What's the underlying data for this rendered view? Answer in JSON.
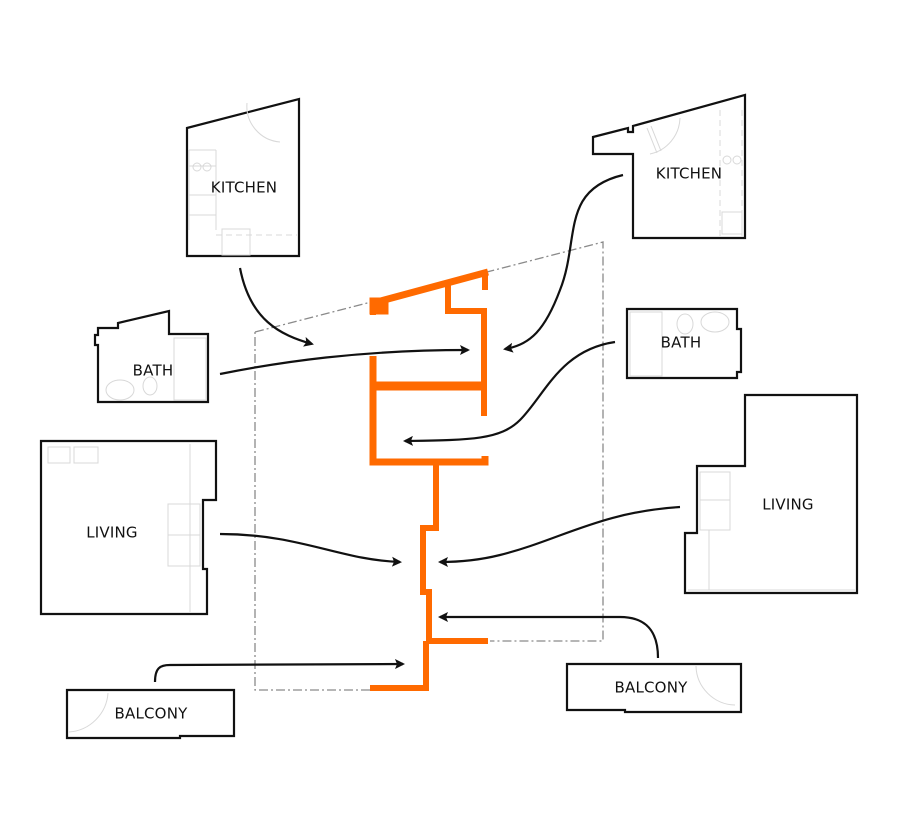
{
  "diagram": {
    "title": "Unit plan assembly diagram",
    "accent_color": "#ff6a00",
    "line_color": "#111111",
    "boundary_color": "#8a8a8a",
    "rooms": [
      {
        "id": "kitchen-left",
        "label": "KITCHEN"
      },
      {
        "id": "kitchen-right",
        "label": "KITCHEN"
      },
      {
        "id": "bath-left",
        "label": "BATH"
      },
      {
        "id": "bath-right",
        "label": "BATH"
      },
      {
        "id": "living-left",
        "label": "LIVING"
      },
      {
        "id": "living-right",
        "label": "LIVING"
      },
      {
        "id": "balcony-left",
        "label": "BALCONY"
      },
      {
        "id": "balcony-right",
        "label": "BALCONY"
      }
    ],
    "connections": [
      {
        "from": "kitchen-left",
        "to": "central-core"
      },
      {
        "from": "kitchen-right",
        "to": "central-core"
      },
      {
        "from": "bath-left",
        "to": "central-core"
      },
      {
        "from": "bath-right",
        "to": "central-core"
      },
      {
        "from": "living-left",
        "to": "central-core"
      },
      {
        "from": "living-right",
        "to": "central-core"
      },
      {
        "from": "balcony-left",
        "to": "central-core"
      },
      {
        "from": "balcony-right",
        "to": "central-core"
      }
    ]
  }
}
